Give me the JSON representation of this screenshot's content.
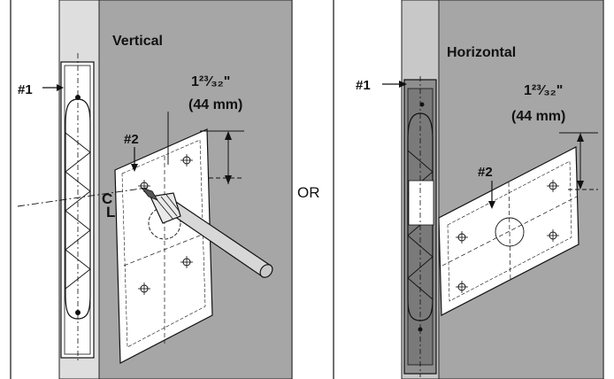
{
  "left_panel": {
    "heading": "Vertical",
    "label_part1": "#1",
    "label_part2": "#2",
    "dim_imperial": "1²³⁄₃₂\"",
    "dim_metric": "(44 mm)",
    "centerline_c": "C",
    "centerline_l": "L"
  },
  "separator": {
    "text": "OR"
  },
  "right_panel": {
    "heading": "Horizontal",
    "label_part1": "#1",
    "label_part2": "#2",
    "dim_imperial": "1²³⁄₃₂\"",
    "dim_metric": "(44 mm)"
  },
  "colors": {
    "door_face": "#a6a6a6",
    "door_edge": "#dedede",
    "door_edge_shade": "#c8c8c8",
    "template": "#ffffff",
    "ink": "#111111"
  }
}
